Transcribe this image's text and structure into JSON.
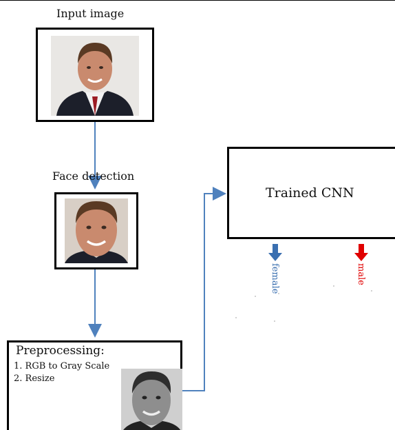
{
  "input": {
    "label": "Input image"
  },
  "detection": {
    "label": "Face detection"
  },
  "preprocessing": {
    "title": "Preprocessing:",
    "steps": [
      "1. RGB to Gray Scale",
      "2. Resize"
    ]
  },
  "cnn": {
    "label": "Trained CNN"
  },
  "outputs": {
    "female": {
      "label": "female",
      "color": "#3a6fb0"
    },
    "male": {
      "label": "male",
      "color": "#e00000"
    }
  },
  "colors": {
    "arrow": "#4f81bd",
    "border": "#000000"
  }
}
